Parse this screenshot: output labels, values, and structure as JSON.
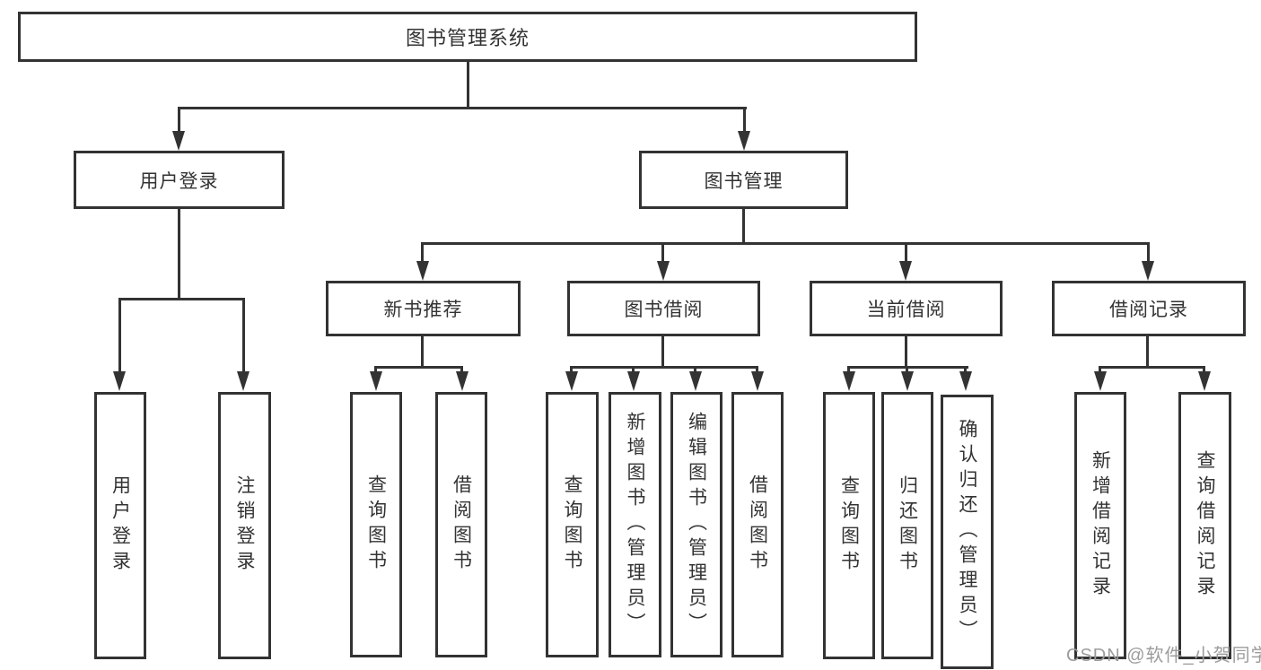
{
  "colors": {
    "line": "#333333",
    "border": "#333333",
    "text": "#333333",
    "background": "#ffffff",
    "watermark": "#9c9c9c"
  },
  "tree": {
    "root": "图书管理系统",
    "user_login": {
      "label": "用户登录",
      "children": [
        "用户登录",
        "注销登录"
      ]
    },
    "book_management": {
      "label": "图书管理",
      "groups": [
        {
          "label": "新书推荐",
          "children": [
            "查询图书",
            "借阅图书"
          ]
        },
        {
          "label": "图书借阅",
          "children": [
            "查询图书",
            "新增图书（管理员）",
            "编辑图书（管理员）",
            "借阅图书"
          ]
        },
        {
          "label": "当前借阅",
          "children": [
            "查询图书",
            "归还图书",
            "确认归还（管理员）"
          ]
        },
        {
          "label": "借阅记录",
          "children": [
            "新增借阅记录",
            "查询借阅记录"
          ]
        }
      ]
    }
  },
  "watermark": "CSDN @软件_小贺同学"
}
